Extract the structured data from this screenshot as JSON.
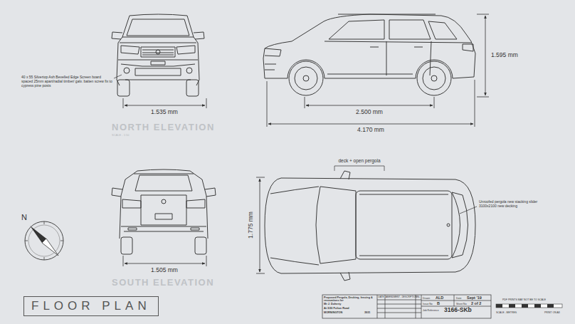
{
  "diagram": {
    "nodes": [
      {
        "text": [
          "FLOOR PLAN"
        ]
      }
    ],
    "labels": [
      "40 x 55 Silvertop Ash Bevelled Edge Screen board spaced 25mm apart/radial timber/ galv. batten screw fix to cypress pine posts",
      "1.535 mm",
      "2.500 mm",
      "4.170 mm",
      "1.595 mm",
      "NORTH ELEVATION",
      "SCALE - 1:50",
      "deck + open pergola",
      "Unroofed pergola new stacking slider 3100x2100 new decking",
      "1.505 mm",
      "1.775 mm",
      "SOUTH ELEVATION",
      "N",
      "Proposed Pergola, Decking, fencing & renovations for",
      "Mr J. Doherty",
      "At 3/20 Fulton Road",
      "MORNINGTON",
      "3931",
      "DATE",
      "AMENDMENT - DESCRIPTION",
      "INL",
      "Drawn",
      "ALD",
      "Date",
      "Sept '19",
      "Issue No",
      "B",
      "Sheet No",
      "2 of 2",
      "Job Reference",
      "3166-SKb",
      "PDF PRINTS MAY NOT BE TO SCALE",
      "SCALE - METRES",
      "PRINT ON A3"
    ]
  }
}
